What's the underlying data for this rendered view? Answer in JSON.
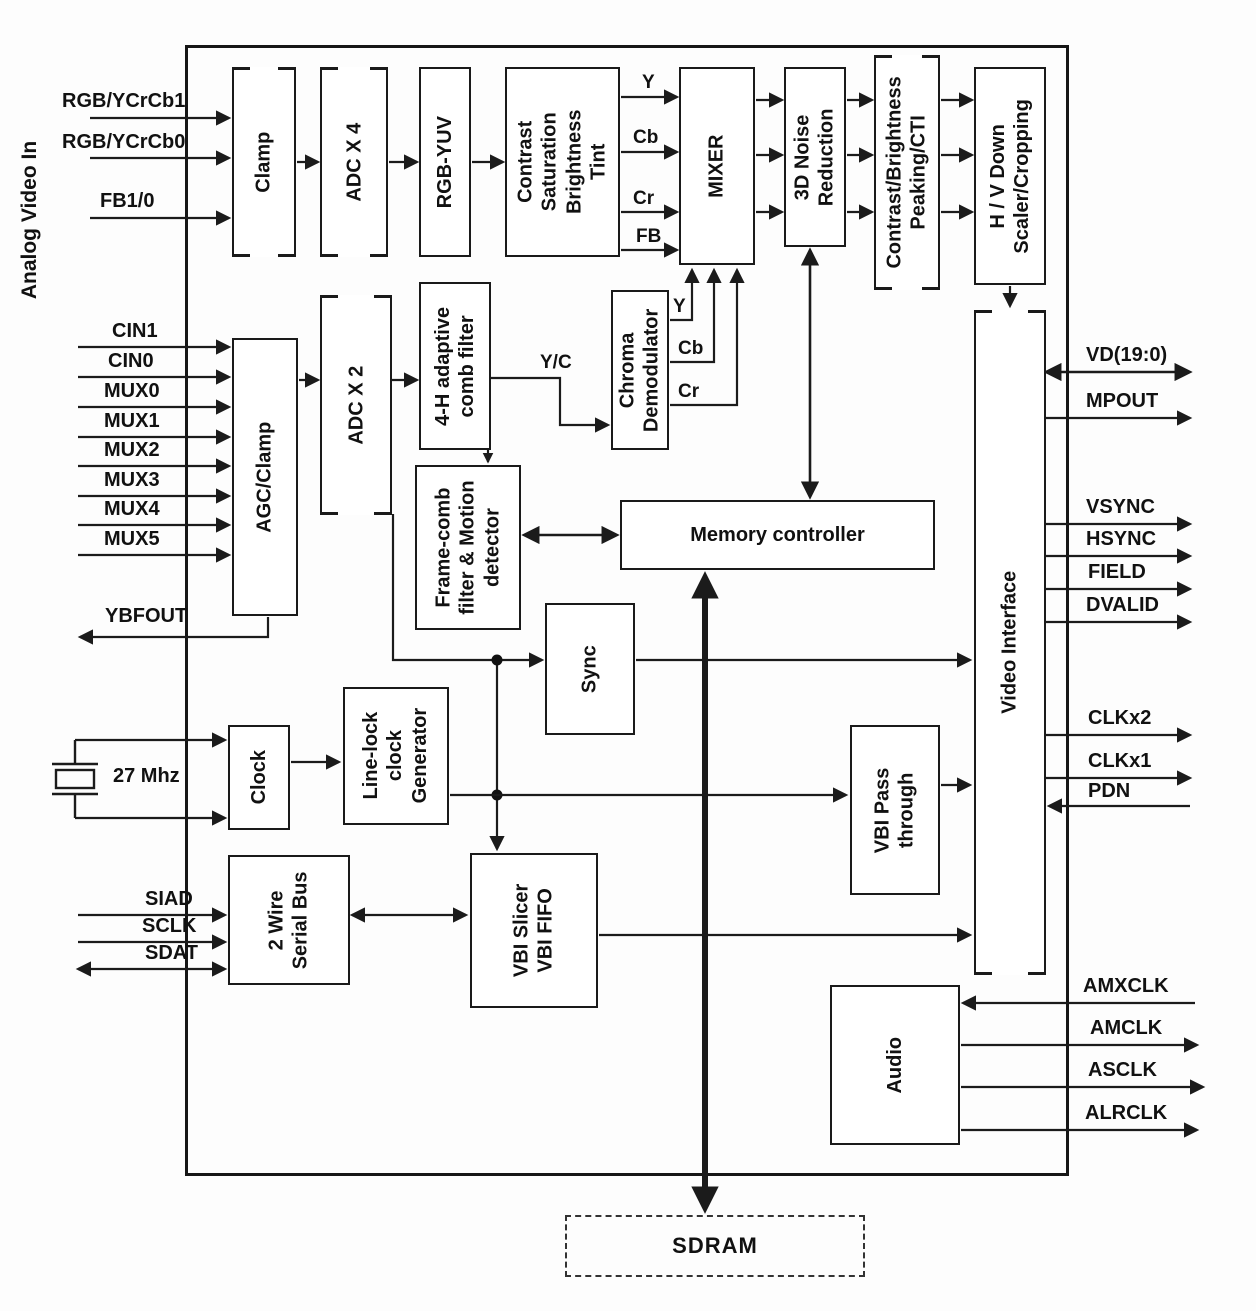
{
  "diagram": {
    "side_label": "Analog Video In",
    "crystal_label": "27 Mhz",
    "blocks": {
      "clamp": "Clamp",
      "adc4": "ADC X 4",
      "rgb_yuv": "RGB-YUV",
      "contrast": "Contrast\nSaturation\nBrightness\nTint",
      "mixer": "MIXER",
      "noise3d": "3D Noise\nReduction",
      "cb_peaking": "Contrast/Brightness\nPeaking/CTI",
      "hv_scaler": "H / V Down\nScaler/Cropping",
      "agc_clamp": "AGC/Clamp",
      "adc2": "ADC X 2",
      "comb4h": "4-H adaptive\ncomb filter",
      "chroma_demod": "Chroma\nDemodulator",
      "frame_comb": "Frame-comb\nfilter & Motion\ndetector",
      "memory_controller": "Memory controller",
      "sync": "Sync",
      "clock": "Clock",
      "line_lock": "Line-lock\nclock\nGenerator",
      "vbi_pass": "VBI Pass\nthrough",
      "serial_bus": "2 Wire\nSerial Bus",
      "vbi_slicer": "VBI Slicer\nVBI FIFO",
      "audio": "Audio",
      "video_interface": "Video Interface",
      "sdram": "SDRAM"
    },
    "inputs": {
      "rgb1": "RGB/YCrCb1",
      "rgb0": "RGB/YCrCb0",
      "fb10": "FB1/0",
      "cin1": "CIN1",
      "cin0": "CIN0",
      "mux0": "MUX0",
      "mux1": "MUX1",
      "mux2": "MUX2",
      "mux3": "MUX3",
      "mux4": "MUX4",
      "mux5": "MUX5",
      "ybfout": "YBFOUT",
      "siad": "SIAD",
      "sclk": "SCLK",
      "sdat": "SDAT"
    },
    "outputs": {
      "vd": "VD(19:0)",
      "mpout": "MPOUT",
      "vsync": "VSYNC",
      "hsync": "HSYNC",
      "field": "FIELD",
      "dvalid": "DVALID",
      "clkx2": "CLKx2",
      "clkx1": "CLKx1",
      "pdn": "PDN",
      "amxclk": "AMXCLK",
      "amclk": "AMCLK",
      "asclk": "ASCLK",
      "alrclk": "ALRCLK"
    },
    "signals": {
      "y_top": "Y",
      "cb_top": "Cb",
      "cr_top": "Cr",
      "fb_top": "FB",
      "y_chroma": "Y",
      "cb_chroma": "Cb",
      "cr_chroma": "Cr",
      "yc": "Y/C"
    }
  }
}
